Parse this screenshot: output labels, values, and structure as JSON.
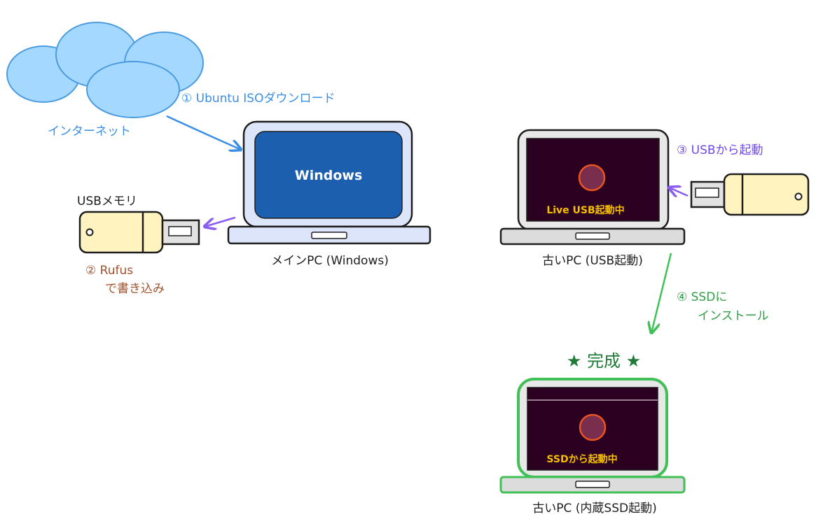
{
  "internet": {
    "label": "インターネット"
  },
  "step1": {
    "label": "① Ubuntu ISOダウンロード"
  },
  "main_pc": {
    "screen_text": "Windows",
    "caption": "メインPC (Windows)"
  },
  "usb_stick": {
    "label": "USBメモリ"
  },
  "step2": {
    "line1": "② Rufus",
    "line2": "で書き込み"
  },
  "old_pc_usb": {
    "screen_text": "Live USB起動中",
    "caption": "古いPC (USB起動)"
  },
  "step3": {
    "label": "③ USBから起動"
  },
  "step4": {
    "line1": "④ SSDに",
    "line2": "インストール"
  },
  "complete": {
    "label": "★ 完成 ★"
  },
  "old_pc_ssd": {
    "screen_text": "SSDから起動中",
    "caption": "古いPC (内蔵SSD起動)"
  },
  "colors": {
    "cloud_fill": "#a5d8ff",
    "cloud_stroke": "#4a9be0",
    "step1": "#3a8ee6",
    "windows_blue": "#1c5fae",
    "laptop_frame": "#dde5fb",
    "usb_body": "#fff3bf",
    "step2": "#a0522d",
    "usb_arrow": "#8a5cf0",
    "ubuntu_screen": "#2c0020",
    "ubuntu_logo": "#e95420",
    "screen_text": "#f5c000",
    "step3": "#7048e8",
    "step4": "#2f9e44",
    "success_frame": "#40c057",
    "complete": "#1f7a35"
  }
}
